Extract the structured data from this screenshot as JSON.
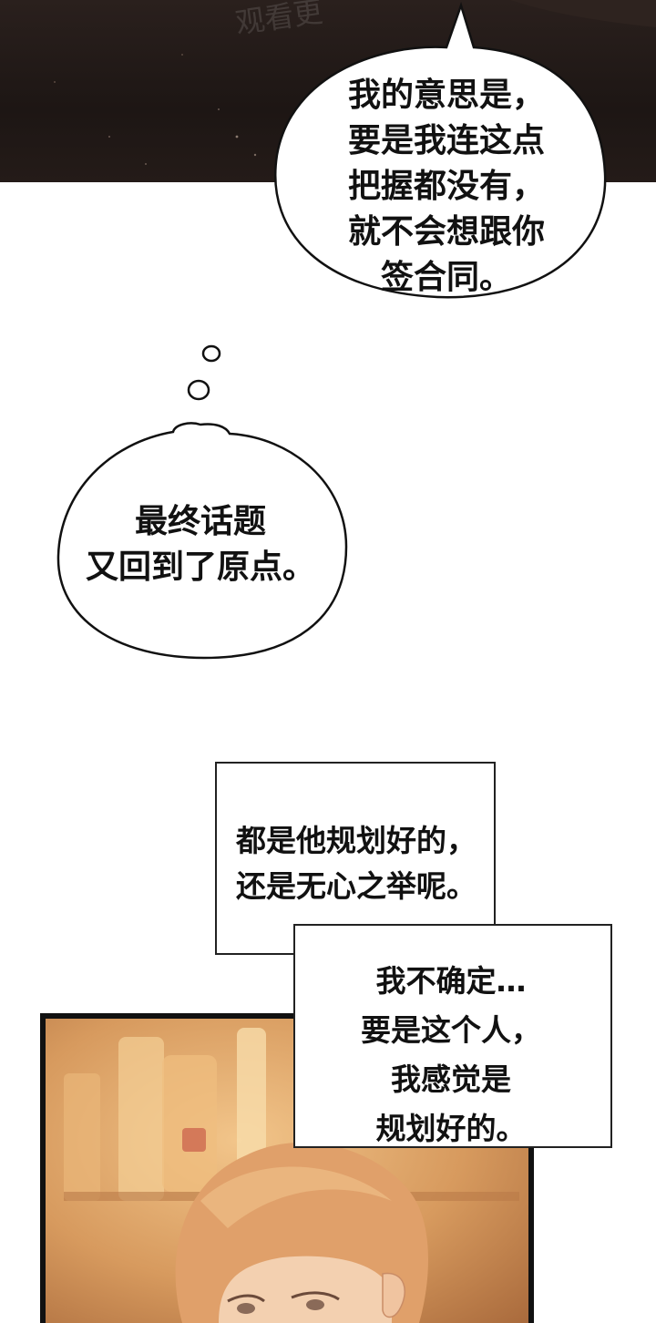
{
  "watermark": "观看更",
  "speech_bubble": {
    "lines": [
      "我的意思是，",
      "要是我连这点",
      "把握都没有，",
      "就不会想跟你",
      "签合同。"
    ]
  },
  "thought_bubble": {
    "lines": [
      "最终话题",
      "又回到了原点。"
    ]
  },
  "narration_1": {
    "lines": [
      "都是他规划好的，",
      "还是无心之举呢。"
    ]
  },
  "narration_2": {
    "lines": [
      "我不确定…",
      "要是这个人，",
      "我感觉是",
      "规划好的。"
    ]
  },
  "colors": {
    "night_sky": "#1d1614",
    "scene_warm": "#d79a5e",
    "hair": "#e0a06a",
    "ink": "#111111"
  }
}
